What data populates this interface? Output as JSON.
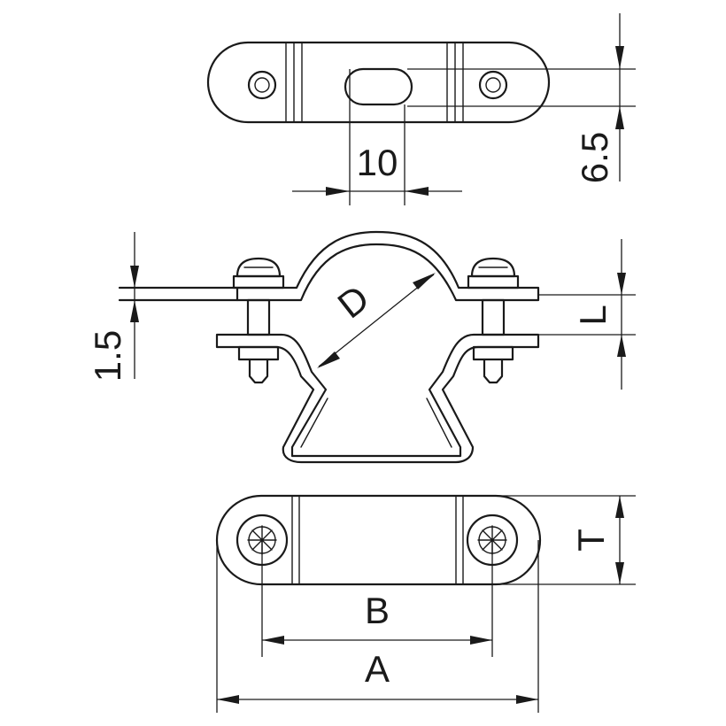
{
  "dimensions": {
    "slot_width": "10",
    "top_height": "6.5",
    "sheet_thickness": "1.5",
    "diameter": "D",
    "bolt_length": "L",
    "thickness_t": "T",
    "hole_spacing": "B",
    "overall_length": "A"
  },
  "colors": {
    "line": "#1a1a1a",
    "background": "#ffffff"
  }
}
